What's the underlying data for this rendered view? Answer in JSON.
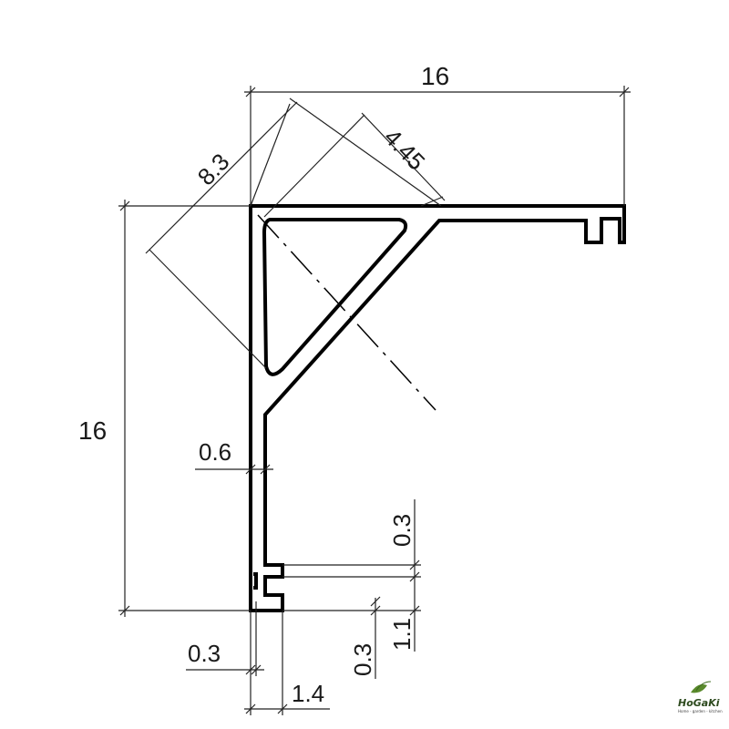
{
  "dimensions": {
    "top_width": "16",
    "left_height": "16",
    "diag_outer": "8.3",
    "diag_inner": "4.45",
    "wall_thickness": "0.6",
    "bottom_wall": "0.3",
    "bottom_flange": "1.4",
    "lip_gap": "0.3",
    "lip_thickness": "0.3",
    "lip_height": "1.1"
  },
  "logo": {
    "name": "HoGaKi",
    "tagline": "Home - garden - kitchen"
  }
}
